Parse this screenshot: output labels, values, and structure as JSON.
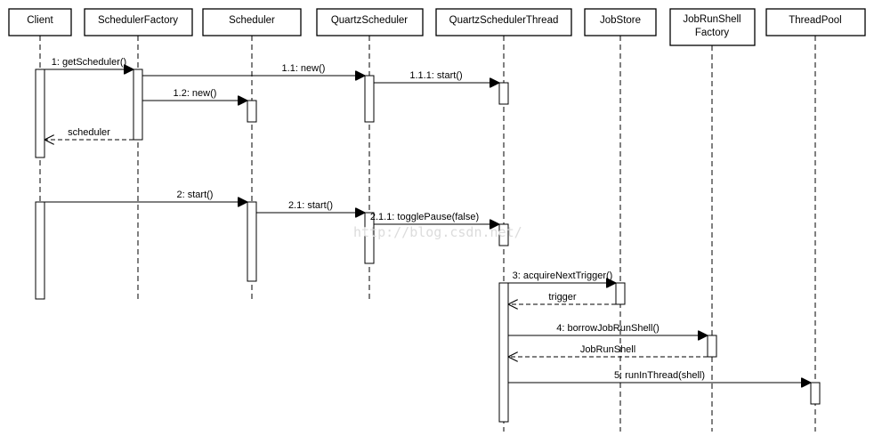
{
  "participants": [
    {
      "id": "client",
      "lines": [
        "Client"
      ]
    },
    {
      "id": "schedulerfactory",
      "lines": [
        "SchedulerFactory"
      ]
    },
    {
      "id": "scheduler",
      "lines": [
        "Scheduler"
      ]
    },
    {
      "id": "quartzscheduler",
      "lines": [
        "QuartzScheduler"
      ]
    },
    {
      "id": "quartzschedulerthread",
      "lines": [
        "QuartzSchedulerThread"
      ]
    },
    {
      "id": "jobstore",
      "lines": [
        "JobStore"
      ]
    },
    {
      "id": "jobrunshellfactory",
      "lines": [
        "JobRunShell",
        "Factory"
      ]
    },
    {
      "id": "threadpool",
      "lines": [
        "ThreadPool"
      ]
    }
  ],
  "messages": [
    {
      "id": "m1",
      "from": "client",
      "to": "schedulerfactory",
      "label": "1: getScheduler()",
      "type": "call"
    },
    {
      "id": "m1-1",
      "from": "schedulerfactory",
      "to": "quartzscheduler",
      "label": "1.1: new()",
      "type": "call"
    },
    {
      "id": "m1-1-1",
      "from": "quartzscheduler",
      "to": "quartzschedulerthread",
      "label": "1.1.1: start()",
      "type": "call"
    },
    {
      "id": "m1-2",
      "from": "schedulerfactory",
      "to": "scheduler",
      "label": "1.2: new()",
      "type": "call"
    },
    {
      "id": "r1",
      "from": "schedulerfactory",
      "to": "client",
      "label": "scheduler",
      "type": "return"
    },
    {
      "id": "m2",
      "from": "client",
      "to": "scheduler",
      "label": "2: start()",
      "type": "call"
    },
    {
      "id": "m2-1",
      "from": "scheduler",
      "to": "quartzscheduler",
      "label": "2.1: start()",
      "type": "call"
    },
    {
      "id": "m2-1-1",
      "from": "quartzscheduler",
      "to": "quartzschedulerthread",
      "label": "2.1.1: togglePause(false)",
      "type": "call"
    },
    {
      "id": "m3",
      "from": "quartzschedulerthread",
      "to": "jobstore",
      "label": "3: acquireNextTrigger()",
      "type": "call"
    },
    {
      "id": "r3",
      "from": "jobstore",
      "to": "quartzschedulerthread",
      "label": "trigger",
      "type": "return"
    },
    {
      "id": "m4",
      "from": "quartzschedulerthread",
      "to": "jobrunshellfactory",
      "label": "4: borrowJobRunShell()",
      "type": "call"
    },
    {
      "id": "r4",
      "from": "jobrunshellfactory",
      "to": "quartzschedulerthread",
      "label": "JobRunShell",
      "type": "return"
    },
    {
      "id": "m5",
      "from": "quartzschedulerthread",
      "to": "threadpool",
      "label": "5: runInThread(shell)",
      "type": "call"
    }
  ],
  "watermark": "http://blog.csdn.net/"
}
